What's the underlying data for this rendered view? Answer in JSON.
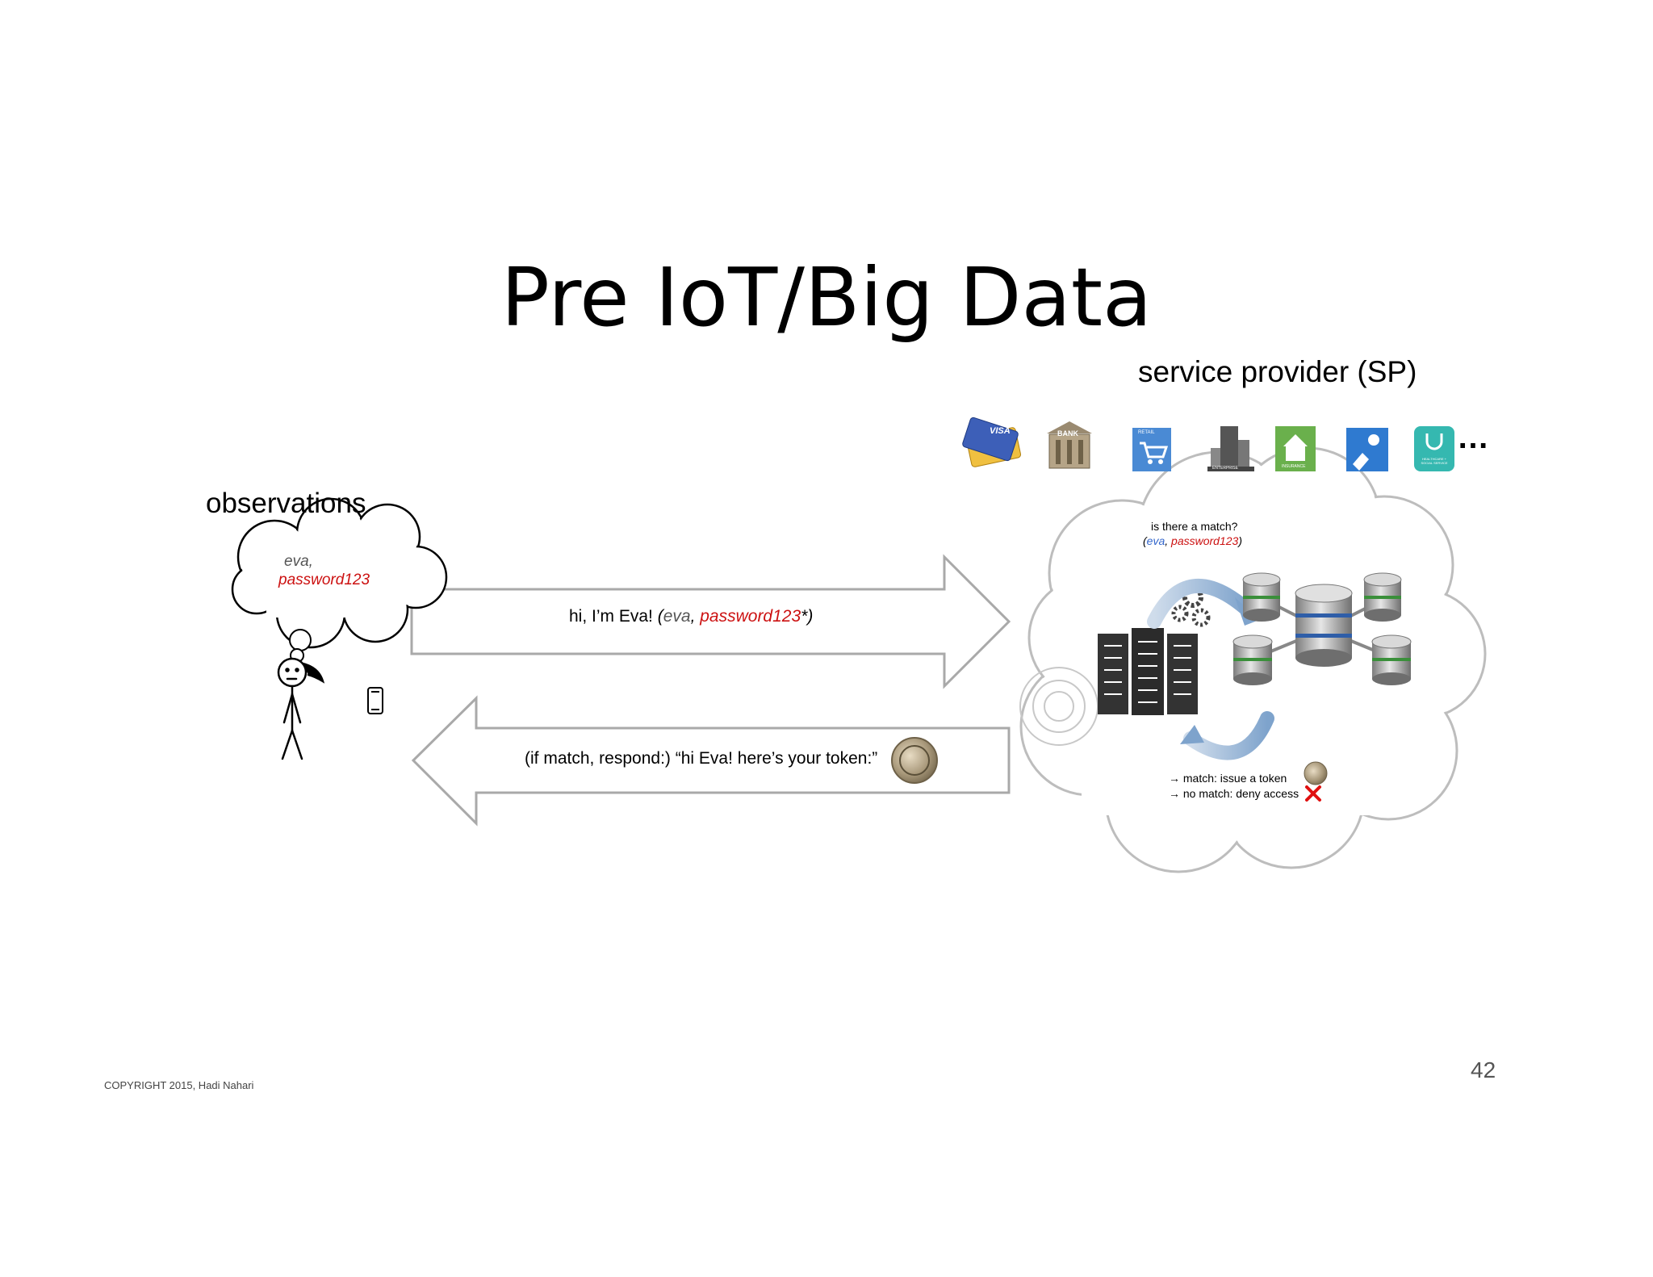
{
  "title": "Pre IoT/Big Data",
  "service_provider": {
    "title": "service provider (SP)",
    "sector_icons": [
      "credit-card-icon",
      "bank-icon",
      "retail-cart-icon",
      "enterprise-building-icon",
      "insurance-house-icon",
      "government-officer-icon",
      "healthcare-icon"
    ],
    "sector_icon_text": {
      "card": "VISA",
      "bank": "BANK",
      "retail": "RETAIL",
      "enterprise": "ENTERPRISE",
      "insurance": "INSURANCE",
      "healthcare": "HEALTHCARE + SOCIAL SERVICE"
    },
    "more": "…",
    "question": "is there a match?",
    "question_open": "(",
    "question_user": "eva",
    "question_sep": ", ",
    "question_password": "password123",
    "question_close": ")",
    "match_result": "→ match: issue a token",
    "nomatch_result": "→ no match: deny access"
  },
  "user": {
    "observations_label": "observations",
    "thought_username": "eva,",
    "thought_password": "password123"
  },
  "request_message": {
    "prefix": "hi, I’m Eva! ",
    "open": "(",
    "user": "eva",
    "sep": ", ",
    "password": "password123",
    "suffix": "*)"
  },
  "response_message": {
    "text": "(if match, respond:) “hi Eva! here’s your token:”"
  },
  "colors": {
    "red": "#cc1111",
    "blue": "#3366cc",
    "arrow_fill": "#ffffff",
    "arrow_stroke": "#a9a9a9",
    "cloud_stroke": "#bdbdbd"
  },
  "footer": {
    "copyright": "COPYRIGHT 2015, Hadi Nahari",
    "page_number": "42"
  }
}
